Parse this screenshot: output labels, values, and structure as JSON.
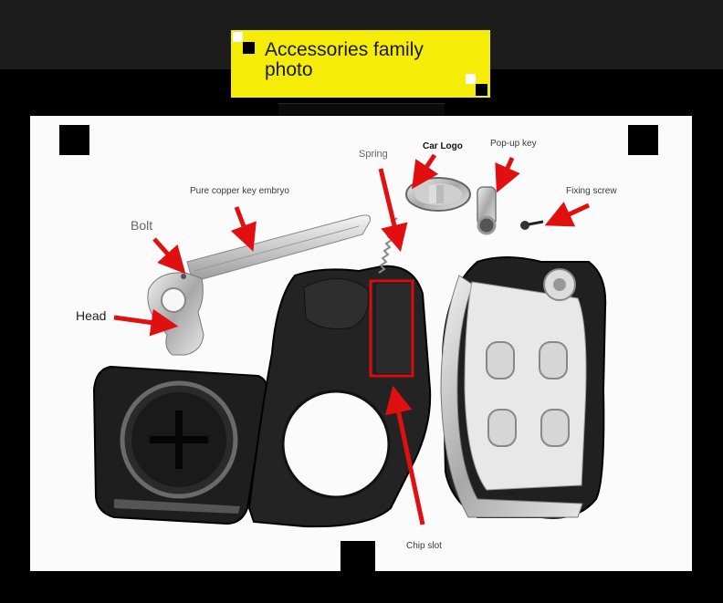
{
  "banner": {
    "title": "Accessories family photo"
  },
  "labels": {
    "bolt": "Bolt",
    "head": "Head",
    "key_embryo": "Pure copper key embryo",
    "spring": "Spring",
    "car_logo": "Car Logo",
    "popup_key": "Pop-up key",
    "fixing_screw": "Fixing screw",
    "chip_slot": "Chip slot"
  },
  "colors": {
    "banner": "#f5ec08",
    "arrow": "#e01010",
    "highlight_box": "#d01010"
  }
}
